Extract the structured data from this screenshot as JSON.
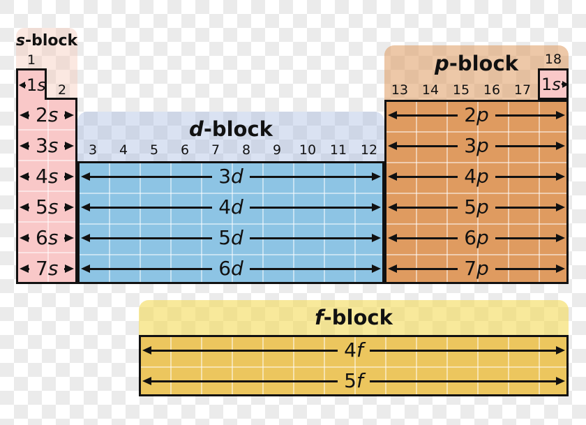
{
  "colors": {
    "s_fill": "#f9c8c8",
    "d_fill": "#8dc4e4",
    "p_fill": "#df9b60",
    "f_fill": "#ecc65e",
    "s_label_bg": "rgba(246,199,184,0.42)",
    "d_label_bg": "rgba(168,186,224,0.42)",
    "p_label_bg": "rgba(223,155,96,0.55)",
    "f_label_bg": "rgba(243,219,88,0.60)",
    "ink": "#111111",
    "checker_dark": "#ebebeb",
    "grid_line": "rgba(255,255,255,0.5)"
  },
  "titles": {
    "s": {
      "letter": "s",
      "suffix": "-block"
    },
    "d": {
      "letter": "d",
      "suffix": "-block"
    },
    "p": {
      "letter": "p",
      "suffix": "-block"
    },
    "f": {
      "letter": "f",
      "suffix": "-block"
    }
  },
  "groups": {
    "s": [
      "1",
      "2"
    ],
    "d": [
      "3",
      "4",
      "5",
      "6",
      "7",
      "8",
      "9",
      "10",
      "11",
      "12"
    ],
    "p": [
      "13",
      "14",
      "15",
      "16",
      "17"
    ],
    "p_right": "18"
  },
  "orbitals": {
    "s": [
      {
        "n": "1",
        "l": "s"
      },
      {
        "n": "2",
        "l": "s"
      },
      {
        "n": "3",
        "l": "s"
      },
      {
        "n": "4",
        "l": "s"
      },
      {
        "n": "5",
        "l": "s"
      },
      {
        "n": "6",
        "l": "s"
      },
      {
        "n": "7",
        "l": "s"
      }
    ],
    "d": [
      {
        "n": "3",
        "l": "d"
      },
      {
        "n": "4",
        "l": "d"
      },
      {
        "n": "5",
        "l": "d"
      },
      {
        "n": "6",
        "l": "d"
      }
    ],
    "p": [
      {
        "n": "2",
        "l": "p"
      },
      {
        "n": "3",
        "l": "p"
      },
      {
        "n": "4",
        "l": "p"
      },
      {
        "n": "5",
        "l": "p"
      },
      {
        "n": "6",
        "l": "p"
      },
      {
        "n": "7",
        "l": "p"
      }
    ],
    "f": [
      {
        "n": "4",
        "l": "f"
      },
      {
        "n": "5",
        "l": "f"
      }
    ],
    "he": {
      "n": "1",
      "l": "s"
    }
  }
}
